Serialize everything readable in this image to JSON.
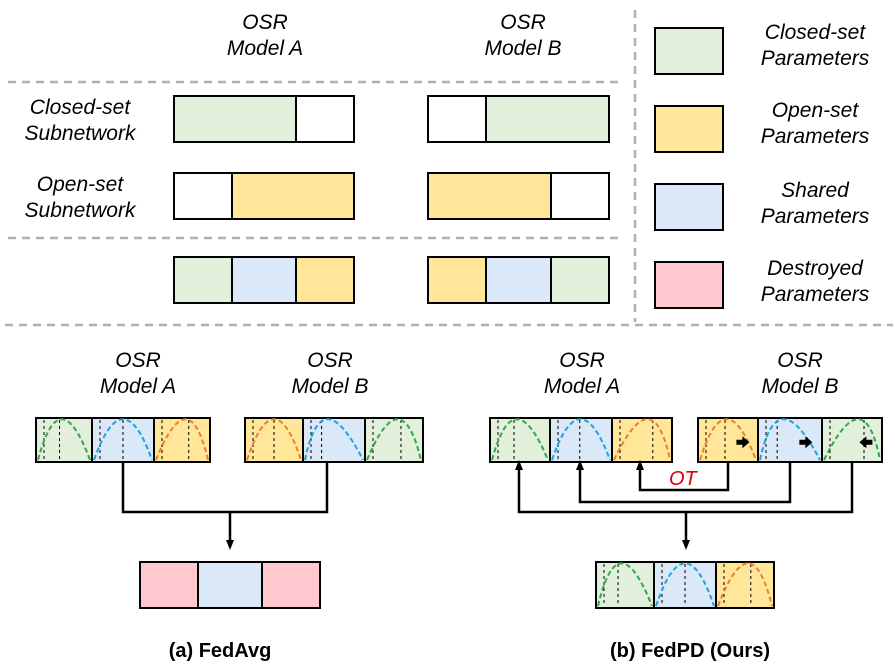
{
  "colors": {
    "closed": "#e2efda",
    "open": "#ffe699",
    "shared": "#dae8f7",
    "destroyed": "#ffc7ce",
    "empty": "#ffffff",
    "curve_green": "#2ea84a",
    "curve_blue": "#1aa5dc",
    "curve_orange": "#e8822a",
    "ot_red": "#e00000",
    "divider": "#b0b0b0"
  },
  "top": {
    "model_a": "OSR\nModel A",
    "model_b": "OSR\nModel B",
    "row_closed": "Closed-set\nSubnetwork",
    "row_open": "Open-set\nSubnetwork"
  },
  "legend": [
    {
      "kind": "closed",
      "label": "Closed-set\nParameters"
    },
    {
      "kind": "open",
      "label": "Open-set\nParameters"
    },
    {
      "kind": "shared",
      "label": "Shared\nParameters"
    },
    {
      "kind": "destroyed",
      "label": "Destroyed\nParameters"
    }
  ],
  "fedavg": {
    "model_a": "OSR\nModel A",
    "model_b": "OSR\nModel B",
    "caption": "(a) FedAvg"
  },
  "fedpd": {
    "model_a": "OSR\nModel A",
    "model_b": "OSR\nModel B",
    "ot": "OT",
    "caption": "(b) FedPD (Ours)"
  }
}
